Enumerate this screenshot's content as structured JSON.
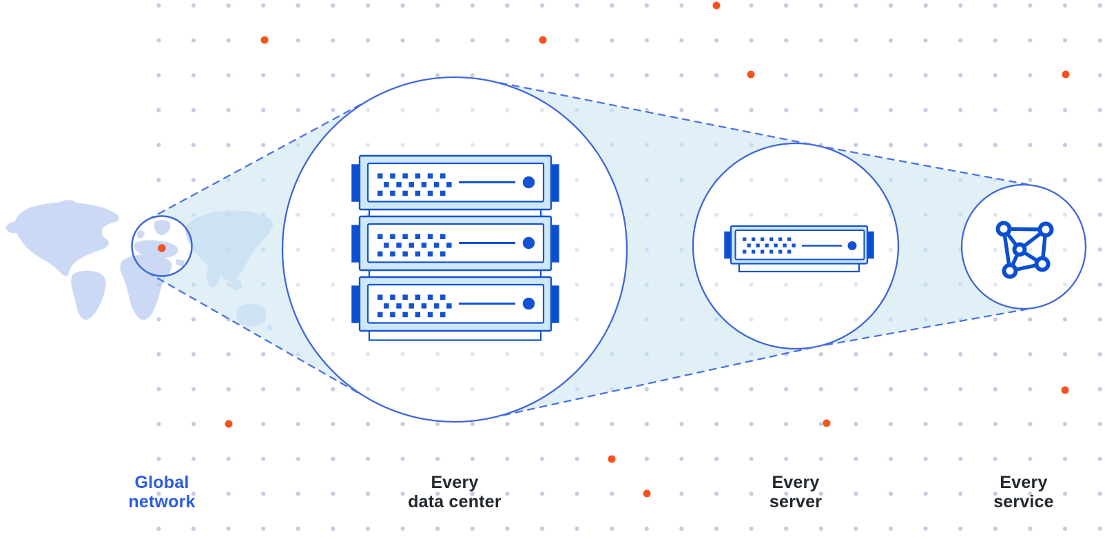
{
  "stages": [
    {
      "id": "global-network",
      "line1": "Global",
      "line2": "network",
      "icon": "world-map-with-highlight-circle",
      "label_color": "#2b5ce2"
    },
    {
      "id": "every-data-center",
      "line1": "Every",
      "line2": "data center",
      "icon": "server-rack-icon",
      "label_color": "#22272f"
    },
    {
      "id": "every-server",
      "line1": "Every",
      "line2": "server",
      "icon": "server-icon",
      "label_color": "#22272f"
    },
    {
      "id": "every-service",
      "line1": "Every",
      "line2": "service",
      "icon": "network-mesh-icon",
      "label_color": "#22272f"
    }
  ],
  "colors": {
    "accent_blue": "#2b5ce2",
    "outline_blue": "#3f65d9",
    "dash_blue": "#4d71e4",
    "server_border_blue": "#1352d3",
    "server_fill_light": "#cfe8f7",
    "server_dark_blue": "#0b4fd1",
    "funnel_fill": "#cfe7f2",
    "map_fill": "#cbd9f4",
    "grid_dot": "#c3cce2",
    "orange": "#f6521d",
    "label_dark": "#22272f",
    "background": "#ffffff"
  }
}
